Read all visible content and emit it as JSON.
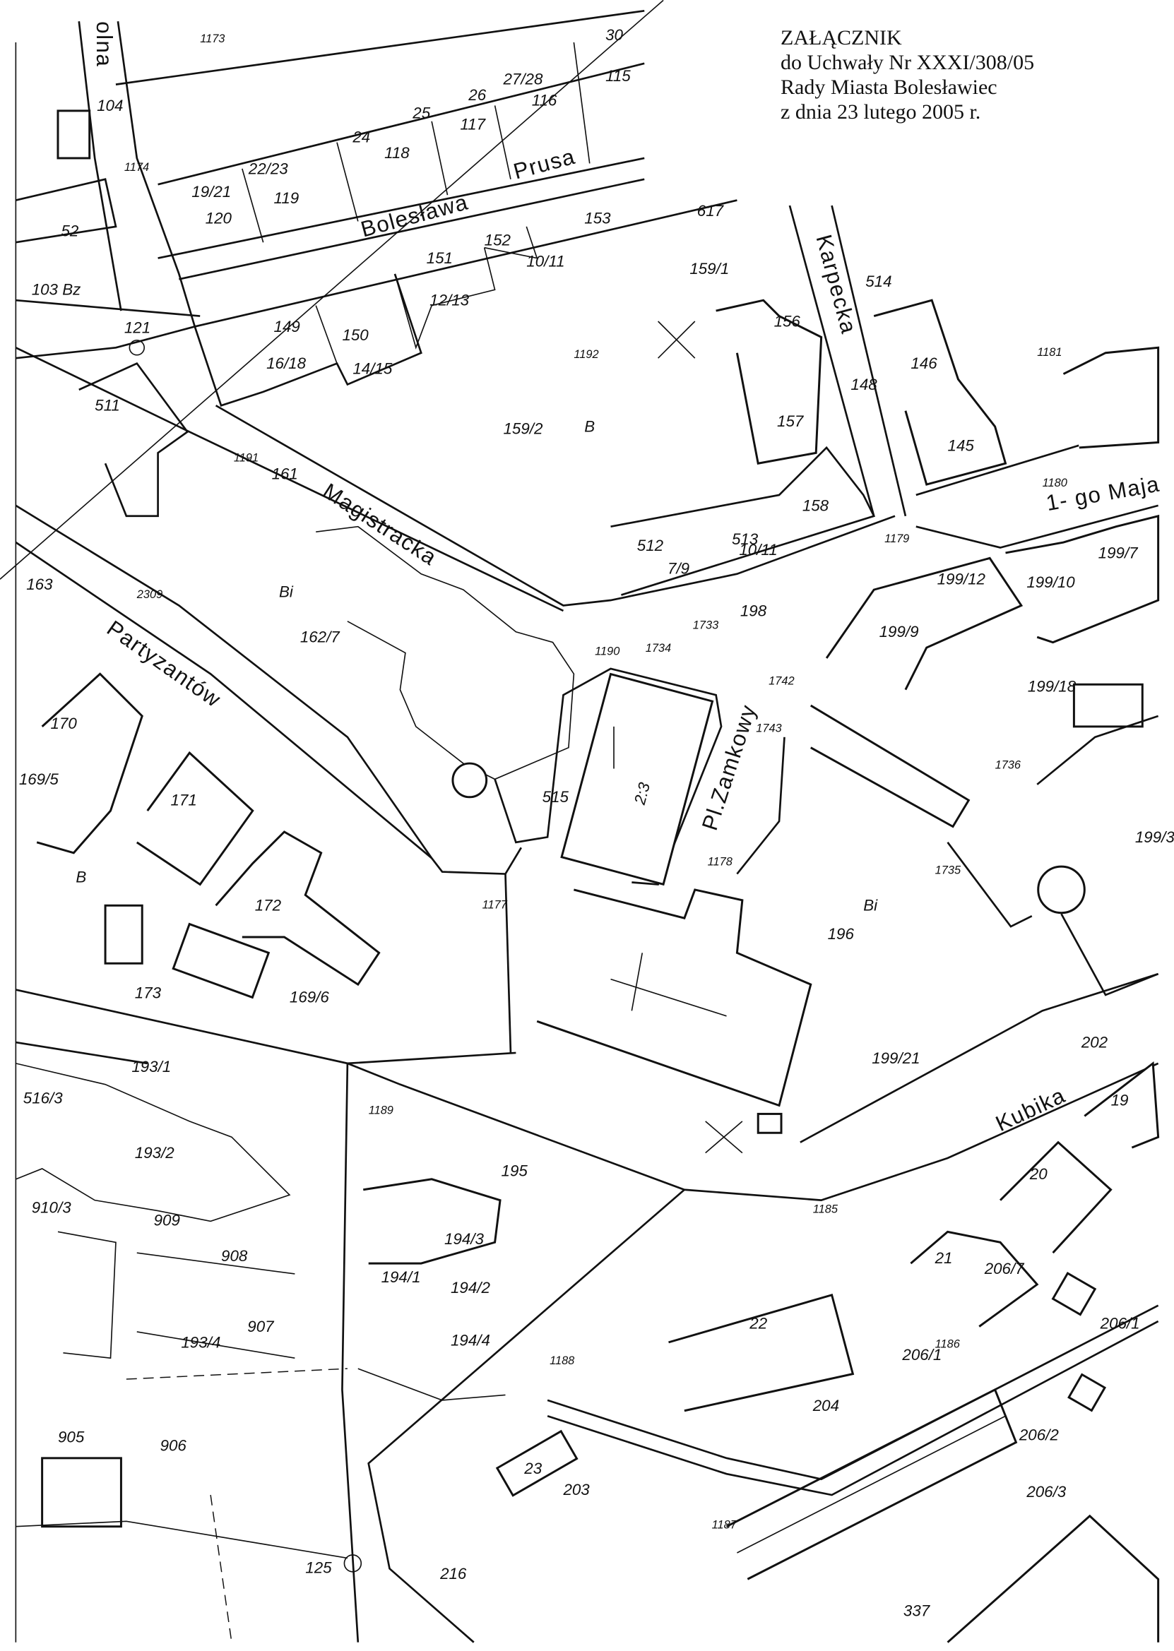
{
  "header": {
    "line1": "ZAŁĄCZNIK",
    "line2": "do Uchwały Nr XXXI/308/05",
    "line3": "Rady Miasta Bolesławiec",
    "line4": "z dnia 23 lutego 2005 r."
  },
  "streets": {
    "prusa1": "Bolesława",
    "prusa2": "Prusa",
    "magistracka": "Magistracka",
    "partyzantow": "Partyzantów",
    "zamkowy": "Pl.Zamkowy",
    "karpecka": "Karpecka",
    "kubika": "Kubika",
    "maja": "1- go Maja",
    "olna": "olna"
  },
  "parcels": [
    "104",
    "52",
    "103 Bz",
    "120",
    "119",
    "118",
    "117",
    "116",
    "115",
    "153",
    "152",
    "151",
    "149",
    "150",
    "121",
    "511",
    "161",
    "159/2",
    "156",
    "157",
    "158",
    "148",
    "146",
    "145",
    "512",
    "513",
    "199/7",
    "199/10",
    "199/12",
    "199/9",
    "198",
    "163",
    "162/7",
    "170",
    "169/5",
    "171",
    "172",
    "173",
    "169/6",
    "515",
    "196",
    "199/21",
    "202",
    "199/18",
    "199/3",
    "193/1",
    "193/2",
    "516/3",
    "195",
    "194/1",
    "194/2",
    "194/3",
    "194/4",
    "193/4",
    "22",
    "204",
    "206/7",
    "206/1",
    "206/2",
    "206/3",
    "206/1",
    "203",
    "23",
    "216",
    "125",
    "337",
    "514",
    "159/1",
    "617",
    "909",
    "908",
    "907",
    "906",
    "905",
    "910/3",
    "19",
    "20",
    "21",
    "30",
    "27/28",
    "25",
    "26",
    "24",
    "19/21",
    "22/23",
    "12/13",
    "10/11",
    "7/9",
    "10/11",
    "16/18",
    "14/15",
    "2:3",
    "B",
    "Bi",
    "Bi",
    "B"
  ],
  "points": [
    "1192",
    "1179",
    "1733",
    "1734",
    "1190",
    "2309",
    "1735",
    "1736",
    "1742",
    "1743",
    "1177",
    "1178",
    "1189",
    "1185",
    "1188",
    "1186",
    "1187",
    "1181",
    "1180",
    "1174",
    "1173",
    "1191"
  ]
}
